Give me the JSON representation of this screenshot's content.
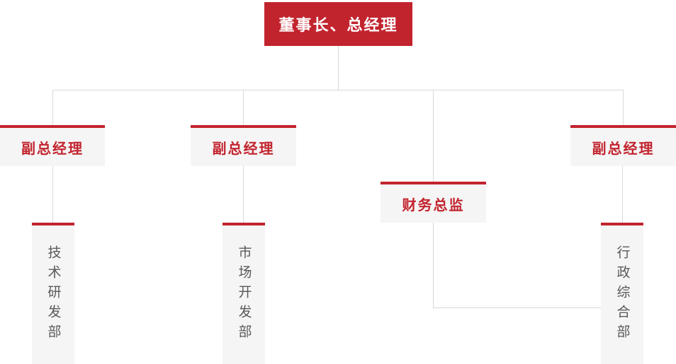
{
  "colors": {
    "red": "#c2242e",
    "box_bg": "#f5f5f5",
    "line": "#d9d9d9",
    "dept_text": "#595959",
    "root_text": "#ffffff"
  },
  "org_chart": {
    "type": "org-tree",
    "root": {
      "label": "董事长、总经理"
    },
    "level2": [
      {
        "label": "副总经理"
      },
      {
        "label": "副总经理"
      },
      {
        "label": "财务总监"
      },
      {
        "label": "副总经理"
      }
    ],
    "departments": [
      {
        "label": "技术研发部"
      },
      {
        "label": "市场开发部"
      },
      {
        "label": "行政综合部"
      }
    ]
  }
}
